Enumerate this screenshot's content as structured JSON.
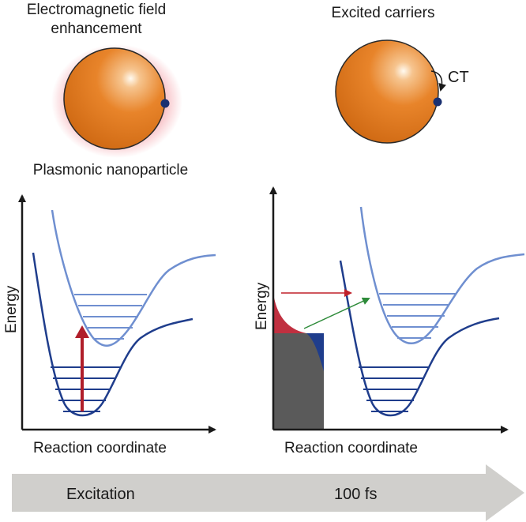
{
  "left_panel": {
    "title_line1": "Electromagnetic field",
    "title_line2": "enhancement",
    "particle_label": "Plasmonic nanoparticle",
    "ylabel": "Energy",
    "xlabel": "Reaction coordinate"
  },
  "right_panel": {
    "title": "Excited carriers",
    "transfer_label": "CT",
    "ylabel": "Energy",
    "xlabel": "Reaction coordinate"
  },
  "timeline": {
    "start_label": "Excitation",
    "end_label": "100 fs"
  },
  "colors": {
    "particle": "#e0781f",
    "glow": "#f4a0a8",
    "ground_state": "#1f3d8c",
    "excited_state": "#6f8fd0",
    "excitation_arrow": "#b01e2a",
    "hot_electron_arrow": "#c0202a",
    "transfer_arrow": "#2e8b3a",
    "fermi_fill": "#5a5a5a",
    "hot_electrons": "#c03040",
    "hot_holes": "#1f3d8c",
    "timeline_arrow": "#d0cfcc"
  }
}
